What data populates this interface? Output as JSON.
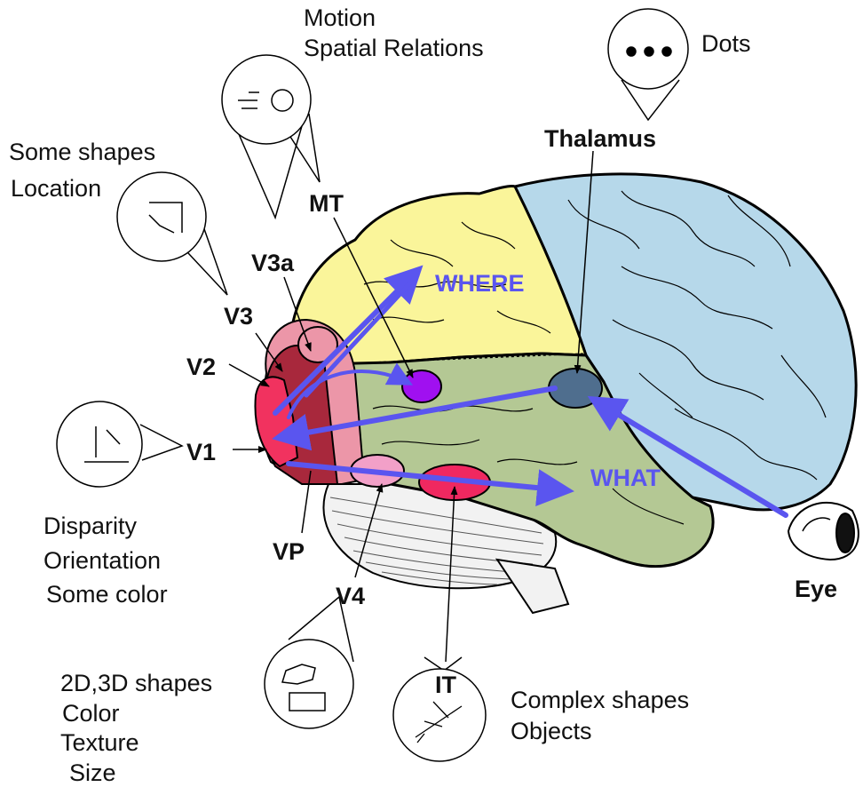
{
  "colors": {
    "parietal": "#faf59a",
    "frontal": "#b6d8ea",
    "temporal": "#b4c894",
    "cerebellum": "#f2f2f2",
    "v1": "#f1325f",
    "v2": "#a8283c",
    "v3": "#ec96a8",
    "v4": "#f2a0c8",
    "mt": "#a010f0",
    "it": "#f02860",
    "thalamus": "#4f6e8e",
    "pathway": "#5a55ef",
    "outline": "#000000"
  },
  "areas": {
    "v1": "V1",
    "v2": "V2",
    "v3": "V3",
    "v3a": "V3a",
    "mt": "MT",
    "vp": "VP",
    "v4": "V4",
    "it": "IT",
    "thalamus": "Thalamus",
    "eye": "Eye"
  },
  "streams": {
    "where": "WHERE",
    "what": "WHAT"
  },
  "descriptions": {
    "motion": [
      "Motion",
      "Spatial Relations"
    ],
    "dots": [
      "Dots"
    ],
    "some_shapes": [
      "Some shapes",
      "Location"
    ],
    "disparity": [
      "Disparity",
      "Orientation",
      "Some color"
    ],
    "shapes_2d3d": [
      "2D,3D shapes",
      "Color",
      "Texture",
      "Size"
    ],
    "complex": [
      "Complex shapes",
      "Objects"
    ]
  },
  "icons": {
    "motion": "motion-icon",
    "dots": "dots-icon",
    "some_shapes": "angle-shapes-icon",
    "disparity": "orientation-bars-icon",
    "shapes_2d3d": "blob-rectangle-icon",
    "complex": "airplane-icon",
    "eye": "eye-icon"
  }
}
